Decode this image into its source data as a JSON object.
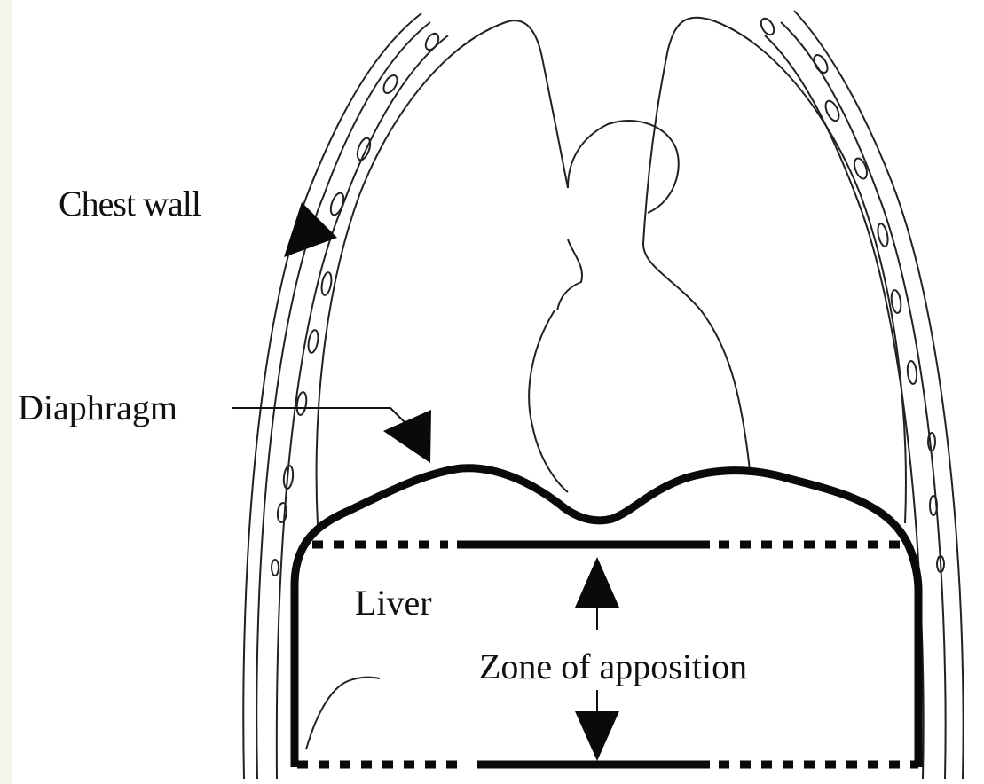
{
  "labels": {
    "chest_wall": "Chest wall",
    "diaphragm": "Diaphragm",
    "liver": "Liver",
    "zone_of_apposition": "Zone of apposition"
  },
  "colors": {
    "background": "#f7f6ee",
    "panel": "#ffffff",
    "ink": "#111111"
  }
}
